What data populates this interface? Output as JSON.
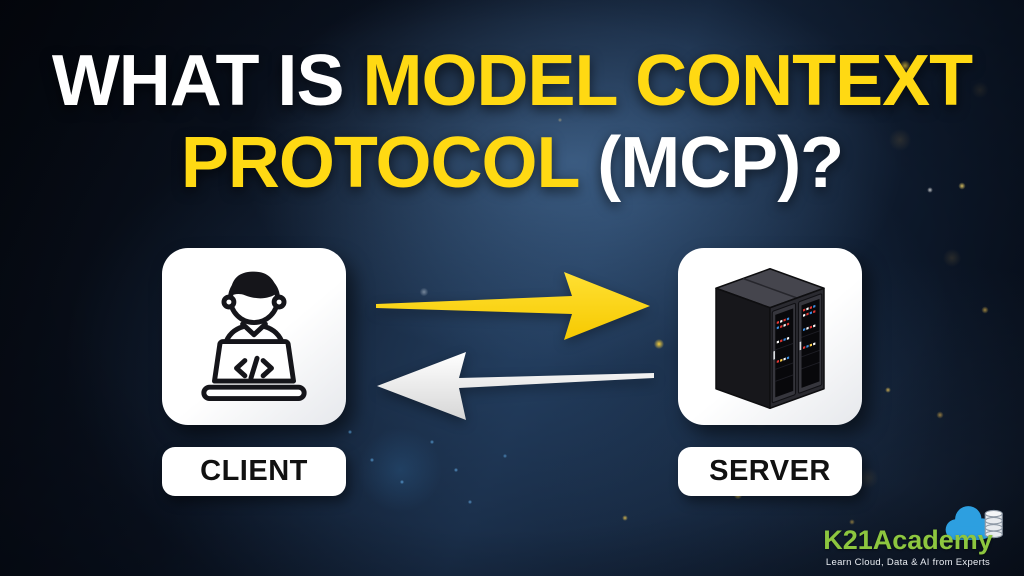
{
  "title": {
    "prefix_white": "WHAT IS ",
    "highlight_yellow": "MODEL CONTEXT",
    "line2_yellow": "PROTOCOL ",
    "suffix_white": "(MCP)?"
  },
  "diagram": {
    "client": {
      "label": "CLIENT",
      "icon": "person-at-laptop",
      "code_symbol": "</>"
    },
    "server": {
      "label": "SERVER",
      "icon": "server-rack"
    },
    "arrows": [
      {
        "name": "client-to-server",
        "direction": "right",
        "color": "#FFD800"
      },
      {
        "name": "server-to-client",
        "direction": "left",
        "color": "#FFFFFF"
      }
    ]
  },
  "branding": {
    "name": "K21Academy",
    "tagline": "Learn Cloud, Data & AI from Experts",
    "name_color": "#8DC63F",
    "cloud_color": "#2D9FE0"
  },
  "colors": {
    "background_navy": "#0B1322",
    "title_yellow": "#FFD913",
    "title_white": "#FFFFFF",
    "card_white": "#FFFFFF",
    "label_text": "#111111"
  }
}
